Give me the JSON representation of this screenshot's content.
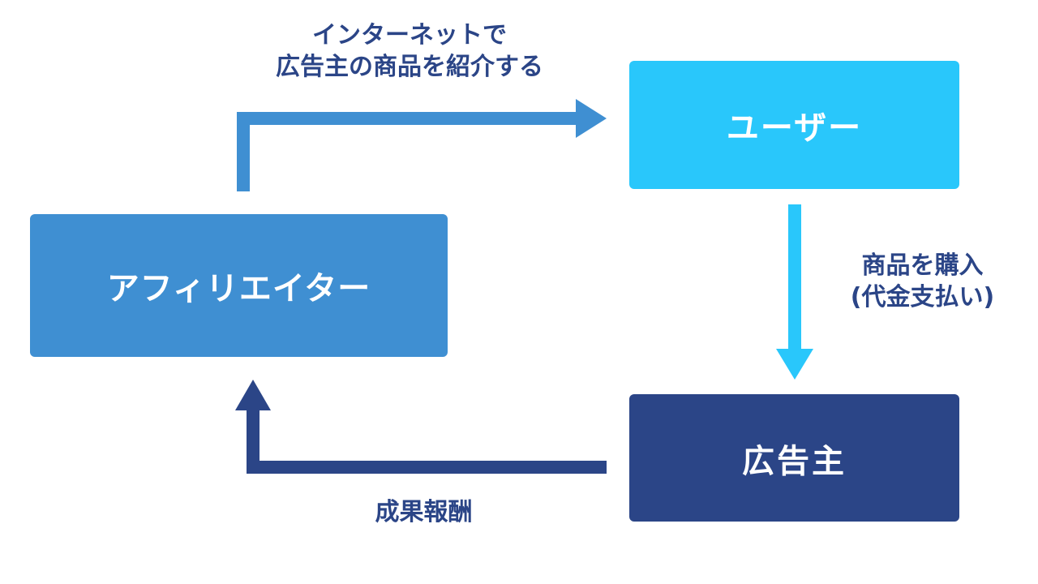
{
  "colors": {
    "affiliator": "#3f8fd2",
    "user": "#29c7fb",
    "advertiser": "#2b4587",
    "arrow_top": "#3f8fd2",
    "arrow_right": "#29c7fb",
    "arrow_bottom": "#2b4587",
    "label_text": "#2b4587"
  },
  "nodes": {
    "affiliator": {
      "label": "アフィリエイター"
    },
    "user": {
      "label": "ユーザー"
    },
    "advertiser": {
      "label": "広告主"
    }
  },
  "edges": {
    "affiliator_to_user": {
      "lines": [
        "インターネットで",
        "広告主の商品を紹介する"
      ]
    },
    "user_to_advertiser": {
      "lines": [
        "商品を購入",
        "(代金支払い)"
      ]
    },
    "advertiser_to_affiliator": {
      "lines": [
        "成果報酬"
      ]
    }
  }
}
